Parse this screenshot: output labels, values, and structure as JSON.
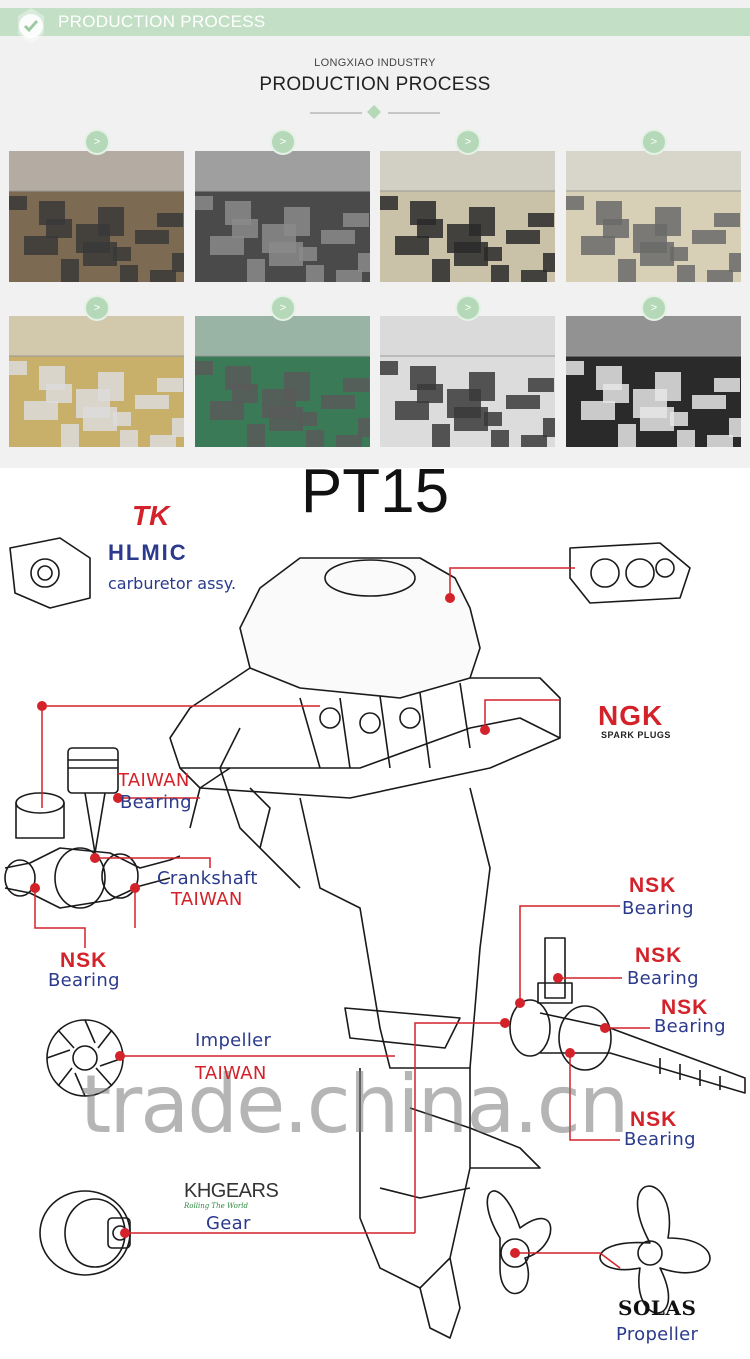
{
  "banner": {
    "title": "PRODUCTION PROCESS"
  },
  "header": {
    "company": "LONGXIAO INDUSTRY",
    "title": "PRODUCTION PROCESS"
  },
  "gallery": {
    "marker_glyph": ">",
    "photos": [
      {
        "id": "carburetor-parts",
        "colors": [
          "#3a3a3a",
          "#7d6a52"
        ]
      },
      {
        "id": "engine-blocks",
        "colors": [
          "#8a8a8a",
          "#4a4a4a"
        ]
      },
      {
        "id": "assembly-line",
        "colors": [
          "#2a2a2a",
          "#c9c2a8"
        ]
      },
      {
        "id": "cowling-stock",
        "colors": [
          "#6a6a6a",
          "#d8d0b6"
        ]
      },
      {
        "id": "injection-machine",
        "colors": [
          "#dcdcdc",
          "#c9b06a"
        ]
      },
      {
        "id": "machining-center",
        "colors": [
          "#5a5a5a",
          "#3b7a56"
        ]
      },
      {
        "id": "cnc-row",
        "colors": [
          "#3a3a3a",
          "#dcdcdc"
        ]
      },
      {
        "id": "cmm-machine",
        "colors": [
          "#e6e6e6",
          "#2a2a2a"
        ]
      }
    ]
  },
  "diagram": {
    "model": "PT15",
    "watermark": "trade.china.cn",
    "brands": {
      "tk": "TK",
      "hlmic": "HLMIC",
      "carburetor": "carburetor assy.",
      "ngk": "NGK",
      "ngk_sub": "SPARK PLUGS",
      "khgears": "KHGEARS",
      "khgears_sub": "Rolling The World",
      "solas": "SOLAS"
    },
    "labels": {
      "taiwan_1": "TAIWAN",
      "bearing_1": "Bearing",
      "crankshaft": "Crankshaft",
      "taiwan_2": "TAIWAN",
      "nsk_1": "NSK",
      "bearing_2": "Bearing",
      "impeller": "Impeller",
      "taiwan_3": "TAIWAN",
      "gear": "Gear",
      "nsk_2": "NSK",
      "bearing_3": "Bearing",
      "nsk_3": "NSK",
      "bearing_4": "Bearing",
      "nsk_4": "NSK",
      "bearing_5": "Bearing",
      "nsk_5": "NSK",
      "bearing_6": "Bearing",
      "propeller": "Propeller"
    },
    "colors": {
      "leader": "#d3222a",
      "label_blue": "#2b3a8c",
      "brand_red": "#d3222a"
    }
  }
}
